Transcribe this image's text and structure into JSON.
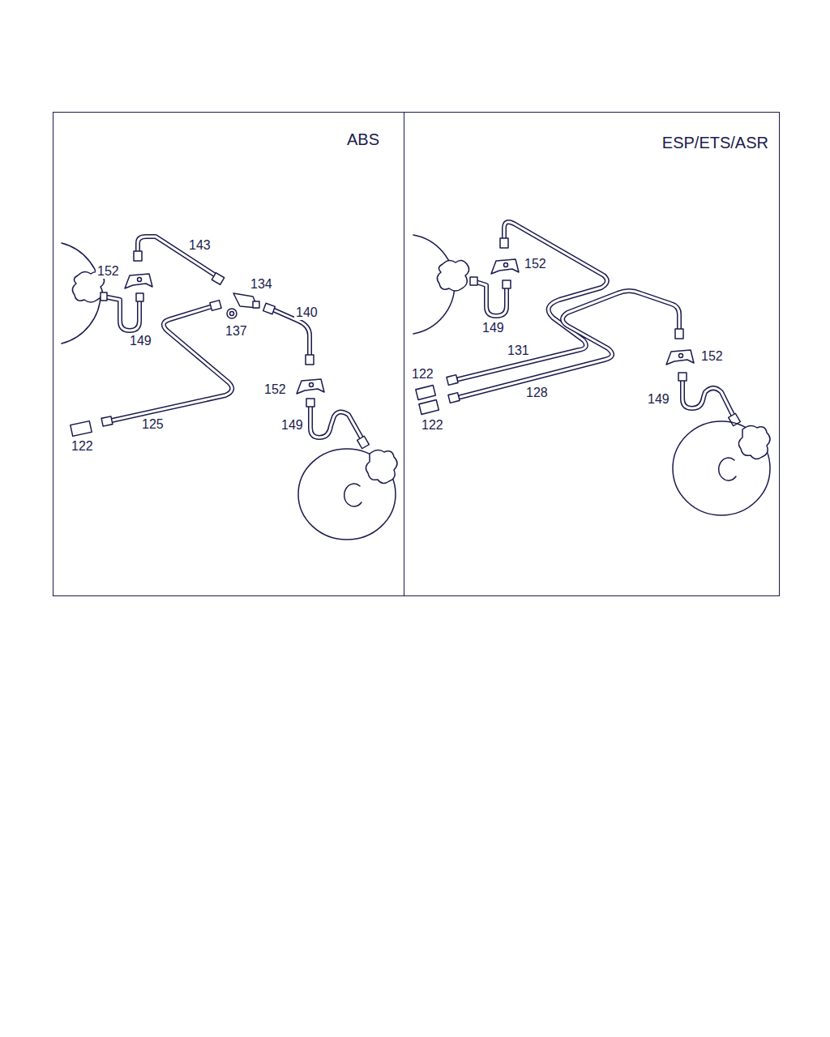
{
  "diagram": {
    "nodes": [
      {
        "text": [
          "ABS"
        ]
      },
      {
        "text": [
          "ESP/ETS/ASR"
        ]
      }
    ],
    "labels": [
      "143",
      "152",
      "134",
      "140",
      "137",
      "149",
      "152",
      "125",
      "149",
      "122",
      "152",
      "149",
      "131",
      "152",
      "122",
      "128",
      "149",
      "122"
    ]
  }
}
